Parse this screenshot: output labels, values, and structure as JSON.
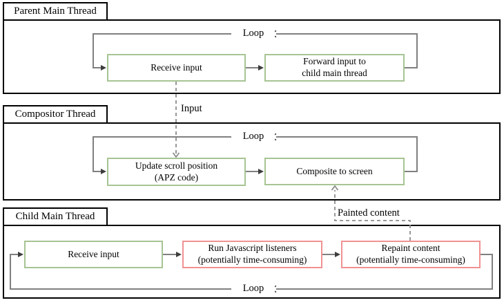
{
  "colors": {
    "border_black": "#000000",
    "box_green": "#a6c493",
    "box_red": "#f09191",
    "line_gray": "#7f7f7f",
    "dash_gray": "#8c8c8c",
    "arrow_dark": "#3d3d3d"
  },
  "sections": [
    {
      "label": "Parent Main Thread",
      "loop_label": "Loop",
      "boxes": [
        {
          "label": "Receive input"
        },
        {
          "label": "Forward input to\nchild main thread"
        }
      ]
    },
    {
      "label": "Compositor Thread",
      "loop_label": "Loop",
      "boxes": [
        {
          "label": "Update scroll position\n(APZ code)"
        },
        {
          "label": "Composite to screen"
        }
      ]
    },
    {
      "label": "Child Main Thread",
      "loop_label": "Loop",
      "boxes": [
        {
          "label": "Receive input"
        },
        {
          "label": "Run Javascript listeners\n(potentially time-consuming)"
        },
        {
          "label": "Repaint content\n(potentially time-consuming)"
        }
      ]
    }
  ],
  "connectors": {
    "input_label": "Input",
    "painted_content_label": "Painted content"
  }
}
